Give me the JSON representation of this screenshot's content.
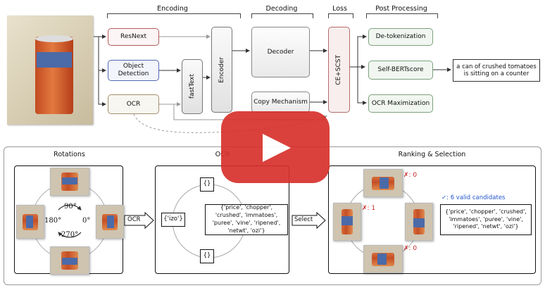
{
  "top": {
    "sections": {
      "encoding": "Encoding",
      "decoding": "Decoding",
      "loss": "Loss",
      "post_processing": "Post Processing"
    },
    "inputs": {
      "resnext": "ResNext",
      "object_detection": "Object Detection",
      "ocr": "OCR"
    },
    "fasttext": "fastText",
    "encoder": "Encoder",
    "decoder": "Decoder",
    "copy_mechanism": "Copy Mechanism",
    "loss": "CE+SCST",
    "post": {
      "detokenization": "De-tokenization",
      "self_bertscore": "Self-BERTscore",
      "ocr_maximization": "OCR Maximization"
    },
    "caption": "a can of crushed tomatoes is sitting on a counter"
  },
  "bottom": {
    "rotations_title": "Rotations",
    "ocr_title": "OCR",
    "ranking_title": "Ranking & Selection",
    "angles": {
      "a90": "90°",
      "a0": "0°",
      "a180": "180°",
      "a270": "270°"
    },
    "ocr_arrow": "OCR",
    "select_arrow": "Select",
    "ocr_results": {
      "top": "{}",
      "left": "{'izo'}",
      "right": "{'price', 'chopper', 'crushed', 'immatoes', 'puree', 'vine', 'ripened', 'netwt', 'ozi'}",
      "bottom": "{}"
    },
    "ranking": {
      "top_score": "✗: 0",
      "left_score": "✗: 1",
      "bottom_score": "✗: 0",
      "valid": "✓: 6 valid candidates",
      "words": "{'price', 'chopper', 'crushed', 'immatoes', 'puree', 'vine', 'ripened', 'netwt', 'ozi'}"
    }
  },
  "colors": {
    "red_border": "#b55a5a",
    "blue_border": "#5267b5",
    "tan_border": "#a48e6a",
    "green_border": "#7ea17e",
    "play_red": "#d7312c"
  }
}
